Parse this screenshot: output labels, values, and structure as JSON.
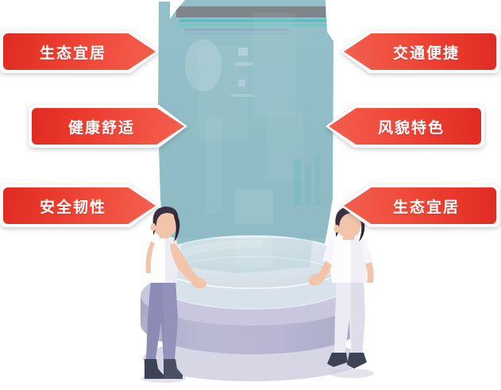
{
  "scene": {
    "type": "infographic-illustration",
    "description": "hologram city column on pedestal with two people",
    "colors": {
      "label_red_dark": "#e02b22",
      "label_red_light": "#f2604f",
      "label_outline": "#fbfbfb",
      "label_text": "#ffffff",
      "hologram_teal": "#8fbcc6",
      "hologram_teal_dark": "#7eb0ba",
      "hologram_band_gray": "#7d8084",
      "hologram_accent": "#62bdbd",
      "platform_top": "#dfe8ef",
      "platform_body": "#b9b8d2",
      "platform_body_dark": "#a3a2c0",
      "skin": "#f2c5ab",
      "hair_dark": "#3b3042",
      "shirt_white": "#fdfdfd",
      "pants_lavender": "#8b8bb5",
      "pants_light": "#eceaf2",
      "shoe_dark": "#3d4254",
      "background": "#ffffff"
    }
  },
  "labels": [
    {
      "id": "eco-livable-top-left",
      "text": "生态宜居",
      "direction": "right",
      "row": 1,
      "side": "left"
    },
    {
      "id": "transport-convenient",
      "text": "交通便捷",
      "direction": "left",
      "row": 1,
      "side": "right"
    },
    {
      "id": "healthy-comfortable",
      "text": "健康舒适",
      "direction": "right",
      "row": 2,
      "side": "left"
    },
    {
      "id": "style-features",
      "text": "风貌特色",
      "direction": "left",
      "row": 2,
      "side": "right"
    },
    {
      "id": "safe-resilient",
      "text": "安全韧性",
      "direction": "right",
      "row": 3,
      "side": "left"
    },
    {
      "id": "eco-livable-bottom-right",
      "text": "生态宜居",
      "direction": "left",
      "row": 3,
      "side": "right"
    }
  ]
}
